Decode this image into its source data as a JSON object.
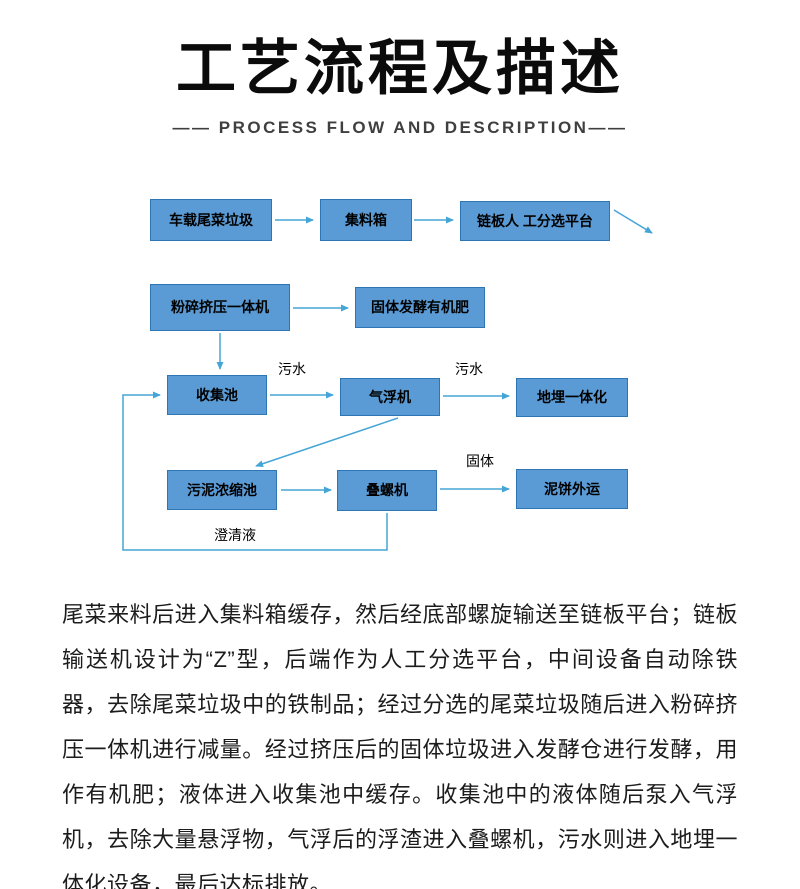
{
  "header": {
    "title": "工艺流程及描述",
    "subtitle": "—— PROCESS FLOW AND DESCRIPTION——"
  },
  "flowchart": {
    "nodes": [
      {
        "label": "车载尾菜垃圾"
      },
      {
        "label": "集料箱"
      },
      {
        "label": "链板人 工分选平台"
      },
      {
        "label": "粉碎挤压一体机"
      },
      {
        "label": "固体发酵有机肥"
      },
      {
        "label": "收集池"
      },
      {
        "label": "气浮机"
      },
      {
        "label": "地埋一体化"
      },
      {
        "label": "污泥浓缩池"
      },
      {
        "label": "叠螺机"
      },
      {
        "label": "泥饼外运"
      }
    ],
    "edge_labels": {
      "sewage1": "污水",
      "sewage2": "污水",
      "solid": "固体",
      "clarified": "澄清液"
    },
    "colors": {
      "node_fill": "#5b9bd5",
      "node_border": "#2e75b6",
      "arrow": "#45a5d6"
    }
  },
  "description": {
    "text": "尾菜来料后进入集料箱缓存，然后经底部螺旋输送至链板平台；链板输送机设计为“Z”型，后端作为人工分选平台，中间设备自动除铁器，去除尾菜垃圾中的铁制品；经过分选的尾菜垃圾随后进入粉碎挤压一体机进行减量。经过挤压后的固体垃圾进入发酵仓进行发酵，用作有机肥；液体进入收集池中缓存。收集池中的液体随后泵入气浮机，去除大量悬浮物，气浮后的浮渣进入叠螺机，污水则进入地埋一体化设备，最后达标排放。"
  }
}
